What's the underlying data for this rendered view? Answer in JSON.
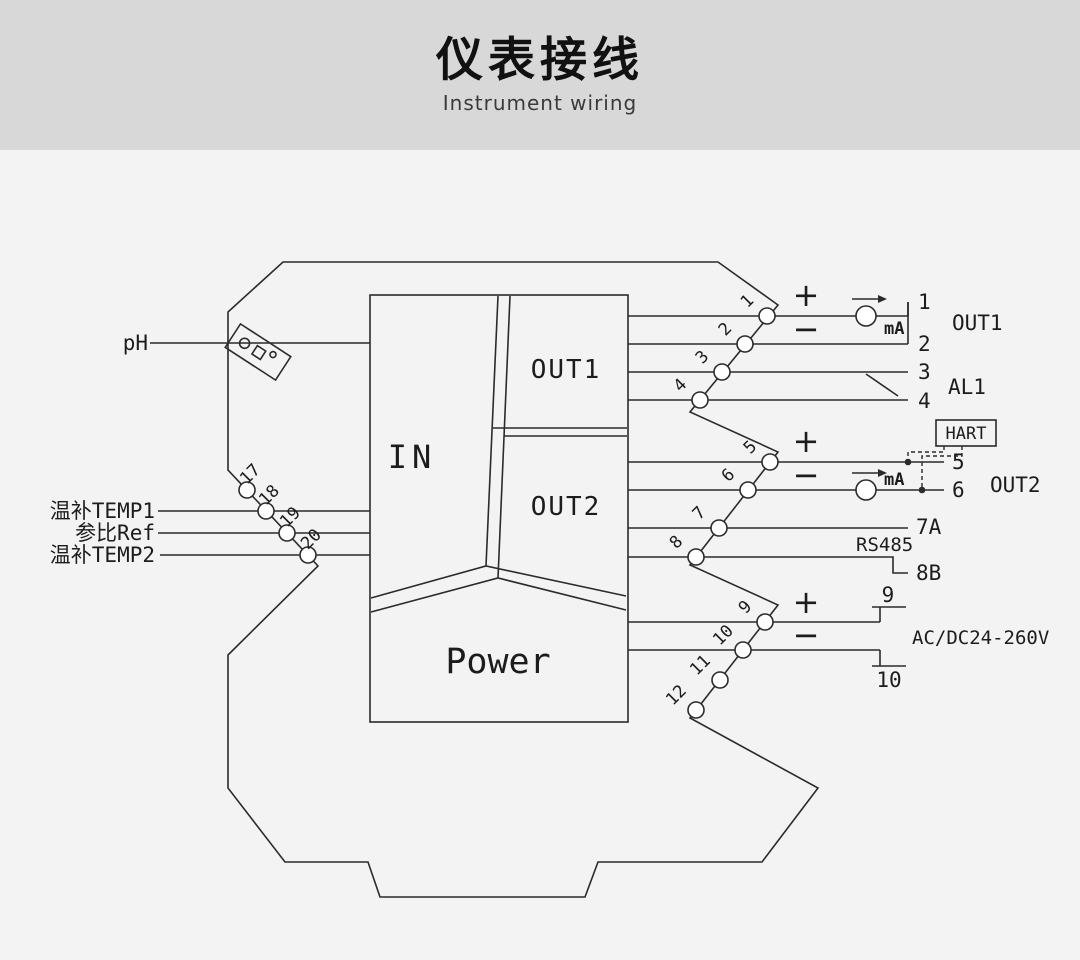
{
  "header": {
    "title": "仪表接线",
    "subtitle": "Instrument wiring"
  },
  "blocks": {
    "in": "IN",
    "out1": "OUT1",
    "out2": "OUT2",
    "power": "Power"
  },
  "left": {
    "ph_label": "pH",
    "temp1_label": "温补TEMP1",
    "ref_label": "参比Ref",
    "temp2_label": "温补TEMP2",
    "terminals": [
      "17",
      "18",
      "19",
      "20"
    ]
  },
  "right": {
    "terminals": [
      "1",
      "2",
      "3",
      "4",
      "5",
      "6",
      "7",
      "8",
      "9",
      "10",
      "11",
      "12"
    ],
    "out1": {
      "plus": "+",
      "minus": "−",
      "source": "mA",
      "term_top": "1",
      "term_bottom": "2",
      "label": "OUT1"
    },
    "al1": {
      "term_top": "3",
      "term_bottom": "4",
      "label": "AL1"
    },
    "hart_label": "HART",
    "out2": {
      "plus": "+",
      "minus": "−",
      "source": "mA",
      "term_top": "5",
      "term_bottom": "6",
      "label": "OUT2"
    },
    "rs485": {
      "term_top": "7A",
      "term_bottom": "8B",
      "label": "RS485"
    },
    "power": {
      "plus": "+",
      "minus": "−",
      "term_top": "9",
      "term_bottom": "10",
      "label": "AC/DC24-260V"
    }
  }
}
